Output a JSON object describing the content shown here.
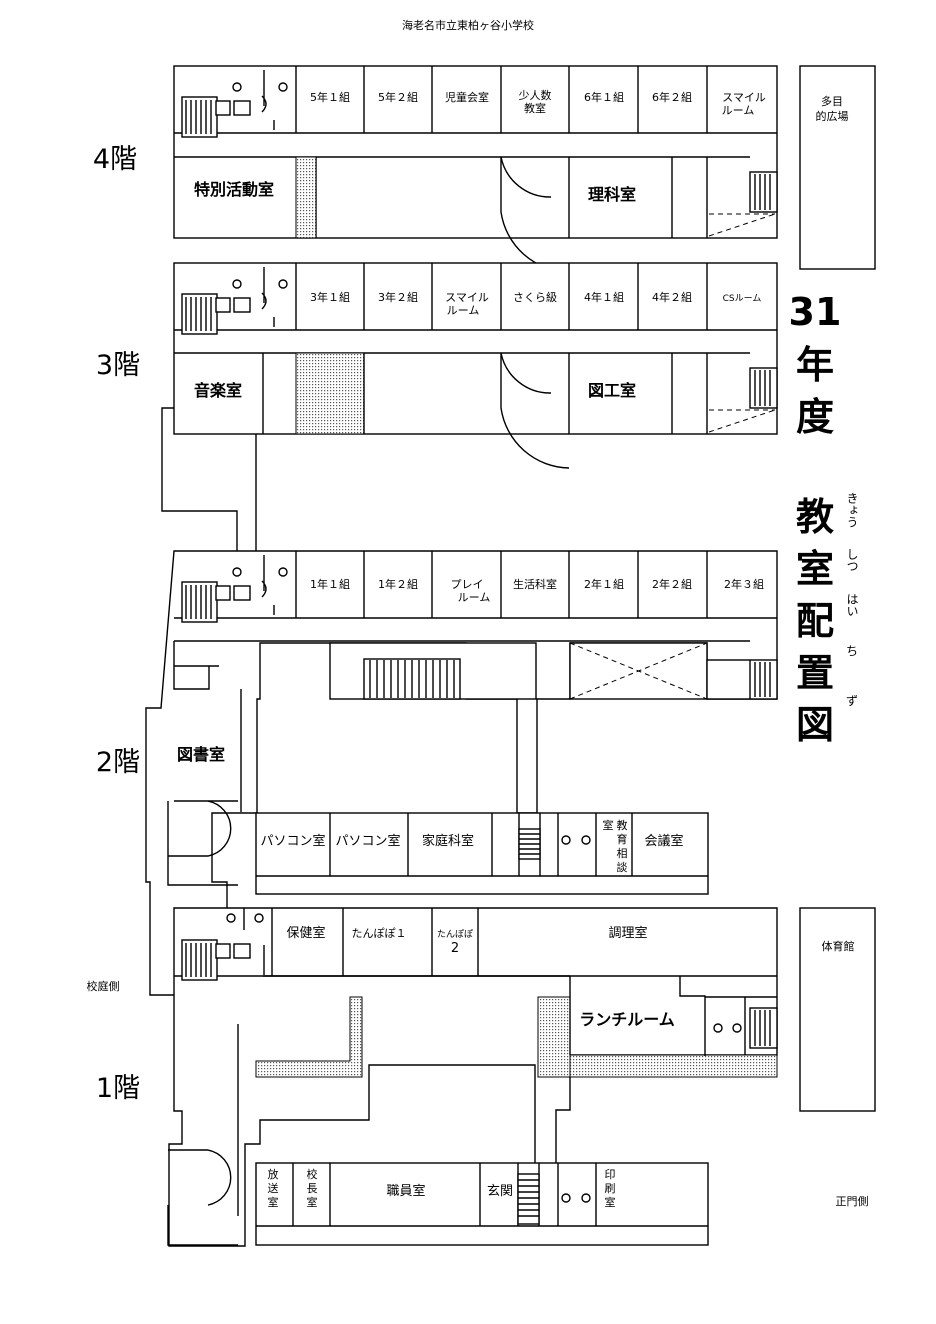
{
  "school_name": "海老名市立東柏ヶ谷小学校",
  "title": {
    "year": "31",
    "year_char": "年",
    "do_char": "度",
    "main": [
      "教",
      "室",
      "配",
      "置",
      "図"
    ],
    "ruby": [
      "きょう",
      "しつ",
      "はい",
      "ち",
      "ず"
    ]
  },
  "floor_labels": {
    "f4": "4階",
    "f3": "3階",
    "f2": "2階",
    "f1": "1階"
  },
  "side_labels": {
    "tamokuteki_line1": "多目",
    "tamokuteki_line2": "的広場",
    "taiikukan": "体育館",
    "kotei_side": "校庭側",
    "seimon_side": "正門側"
  },
  "floor4": {
    "rooms": [
      "5年１組",
      "5年２組",
      "児童会室",
      "少人数",
      "教室",
      "6年１組",
      "6年２組",
      "スマイル",
      "ルーム"
    ],
    "tokubetsu": "特別活動室",
    "rika": "理科室"
  },
  "floor3": {
    "rooms": [
      "3年１組",
      "3年２組",
      "スマイル",
      "ルーム",
      "さくら級",
      "4年１組",
      "4年２組",
      "CSルーム"
    ],
    "ongaku": "音楽室",
    "zuko": "図工室"
  },
  "floor2": {
    "rooms": [
      "1年１組",
      "1年２組",
      "プレイ",
      "ルーム",
      "生活科室",
      "2年１組",
      "2年２組",
      "2年３組"
    ],
    "toshoshitsu": "図書室",
    "pc1": "パソコン室",
    "pc2": "パソコン室",
    "katei": "家庭科室",
    "kyoiku_soudan": [
      "室",
      "教",
      "育",
      "相",
      "談"
    ],
    "kaigi": "会議室"
  },
  "floor1": {
    "hoken": "保健室",
    "tanpopo1": "たんぽぽ１",
    "tanpopo2_a": "たんぽぽ",
    "tanpopo2_b": "2",
    "chori": "調理室",
    "lunch": "ランチルーム",
    "hoso": [
      "放",
      "送",
      "室"
    ],
    "kocho": [
      "校",
      "長",
      "室"
    ],
    "shokuin": "職員室",
    "genkan": "玄関",
    "insatsu": [
      "印",
      "刷",
      "室"
    ]
  }
}
